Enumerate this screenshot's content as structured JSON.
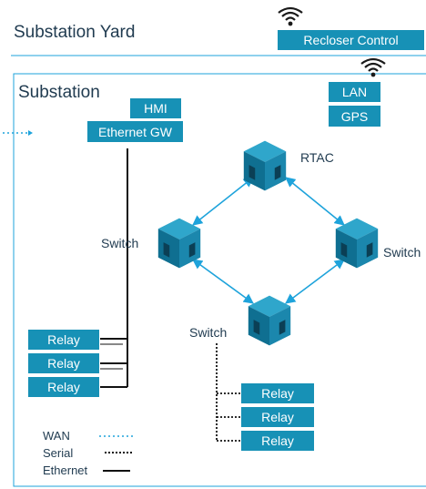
{
  "yard": {
    "title": "Substation Yard",
    "recloser": "Recloser Control"
  },
  "substation": {
    "title": "Substation",
    "hmi": "HMI",
    "gateway": "Ethernet GW",
    "lan": "LAN",
    "gps": "GPS"
  },
  "network": {
    "rtac": "RTAC",
    "switch_left": "Switch",
    "switch_right": "Switch",
    "switch_bottom": "Switch"
  },
  "relays_left": [
    "Relay",
    "Relay",
    "Relay"
  ],
  "relays_right": [
    "Relay",
    "Relay",
    "Relay"
  ],
  "legend": {
    "wan": "WAN",
    "serial": "Serial",
    "ethernet": "Ethernet"
  },
  "colors": {
    "box": "#1791b6",
    "arrow": "#1ea3db",
    "boundary": "#1ea3db",
    "text": "#1f3a4f",
    "icon_top": "#2fa6cb",
    "icon_left": "#0f6f91",
    "icon_right": "#1b87ad",
    "icon_door": "#0b3f55"
  }
}
